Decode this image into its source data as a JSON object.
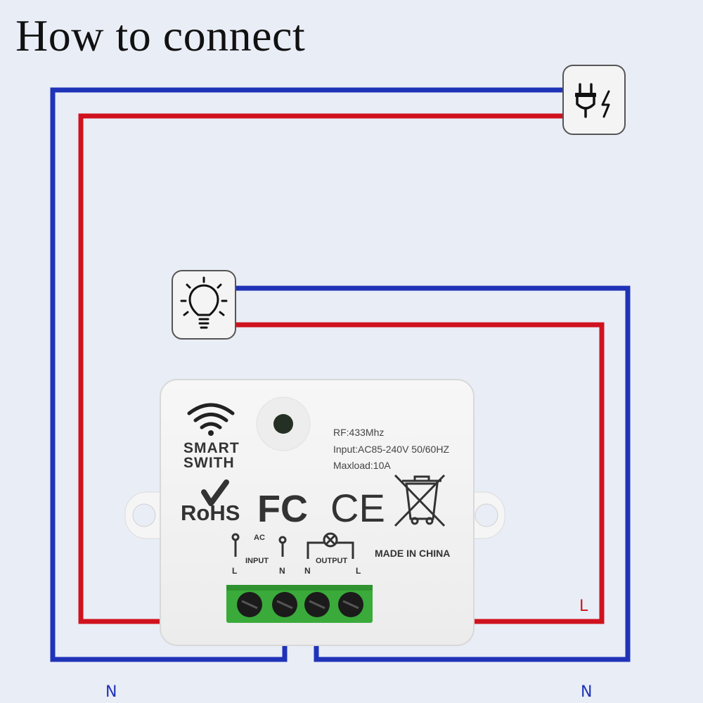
{
  "title": "How to connect",
  "colors": {
    "neutral": "#1f33b8",
    "live": "#d0121e",
    "terminal": "#3aaa3a"
  },
  "icons": {
    "power": "plug-lightning-icon",
    "lamp": "light-bulb-icon"
  },
  "module": {
    "brand_line1": "SMART",
    "brand_line2": "SWITH",
    "spec_rf": "RF:433Mhz",
    "spec_input": "Input:AC85-240V 50/60HZ",
    "spec_load": "Maxload:10A",
    "cert_rohs": "RoHS",
    "cert_fc": "FC",
    "cert_ce": "CE",
    "made_in": "MADE IN CHINA",
    "ac": "AC",
    "input_label": "INPUT",
    "output_label": "OUTPUT",
    "terminal_L1": "L",
    "terminal_N1": "N",
    "terminal_N2": "N",
    "terminal_L2": "L"
  },
  "wire_labels": {
    "live": "L",
    "neutral_left": "N",
    "neutral_right": "N"
  }
}
